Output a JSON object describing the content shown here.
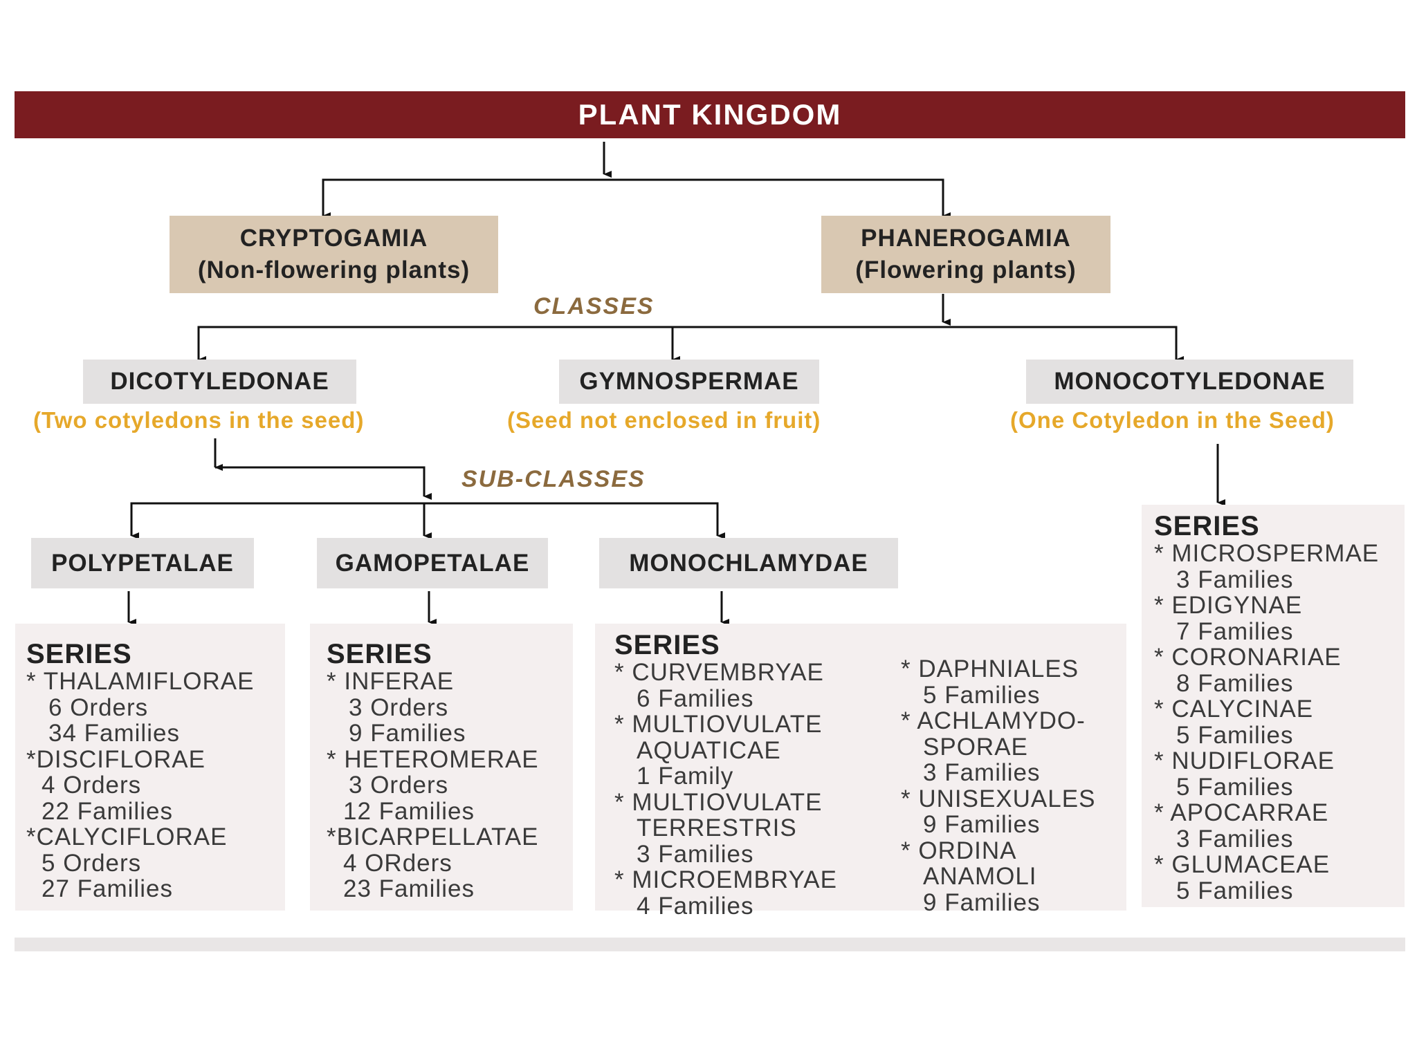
{
  "title": "PLANT KINGDOM",
  "divisions": [
    {
      "name": "CRYPTOGAMIA",
      "desc": "(Non-flowering plants)"
    },
    {
      "name": "PHANEROGAMIA",
      "desc": "(Flowering plants)"
    }
  ],
  "classes_label": "CLASSES",
  "classes": [
    {
      "name": "DICOTYLEDONAE",
      "note": "(Two cotyledons in the seed)"
    },
    {
      "name": "GYMNOSPERMAE",
      "note": "(Seed not enclosed in fruit)"
    },
    {
      "name": "MONOCOTYLEDONAE",
      "note": "(One Cotyledon in the  Seed)"
    }
  ],
  "subclasses_label": "SUB-CLASSES",
  "subclasses": [
    "POLYPETALAE",
    "GAMOPETALAE",
    "MONOCHLAMYDAE"
  ],
  "series": {
    "heading": "SERIES",
    "polypetalae": [
      "* THALAMIFLORAE",
      "6 Orders",
      "34 Families",
      "*DISCIFLORAE",
      "4 Orders",
      "22 Families",
      "*CALYCIFLORAE",
      "5 Orders",
      "27 Families"
    ],
    "gamopetalae": [
      "* INFERAE",
      "3 Orders",
      "9 Families",
      "* HETEROMERAE",
      "3 Orders",
      "12 Families",
      "*BICARPELLATAE",
      "4 ORders",
      "23 Families"
    ],
    "monochlamydae_left": [
      "* CURVEMBRYAE",
      "6 Families",
      "* MULTIOVULATE",
      "AQUATICAE",
      "1 Family",
      "* MULTIOVULATE",
      "TERRESTRIS",
      "3 Families",
      "* MICROEMBRYAE",
      "4 Families"
    ],
    "monochlamydae_right": [
      "* DAPHNIALES",
      "5 Families",
      "* ACHLAMYDO-",
      "SPORAE",
      "3 Families",
      "* UNISEXUALES",
      "9 Families",
      "* ORDINA",
      "ANAMOLI",
      "9 Families"
    ],
    "monocotyledonae": [
      "* MICROSPERMAE",
      "3 Families",
      "* EDIGYNAE",
      "7 Families",
      "* CORONARIAE",
      "8 Families",
      "* CALYCINAE",
      "5 Families",
      "* NUDIFLORAE",
      "5 Families",
      "* APOCARRAE",
      "3 Families",
      "* GLUMACEAE",
      "5 Families"
    ]
  },
  "colors": {
    "banner": "#7a1c20",
    "division_box": "#d9c8b2",
    "class_box": "#e3e1e1",
    "note_text": "#e6a82a",
    "label_text": "#8b6a3e",
    "panel": "#f4efef"
  }
}
